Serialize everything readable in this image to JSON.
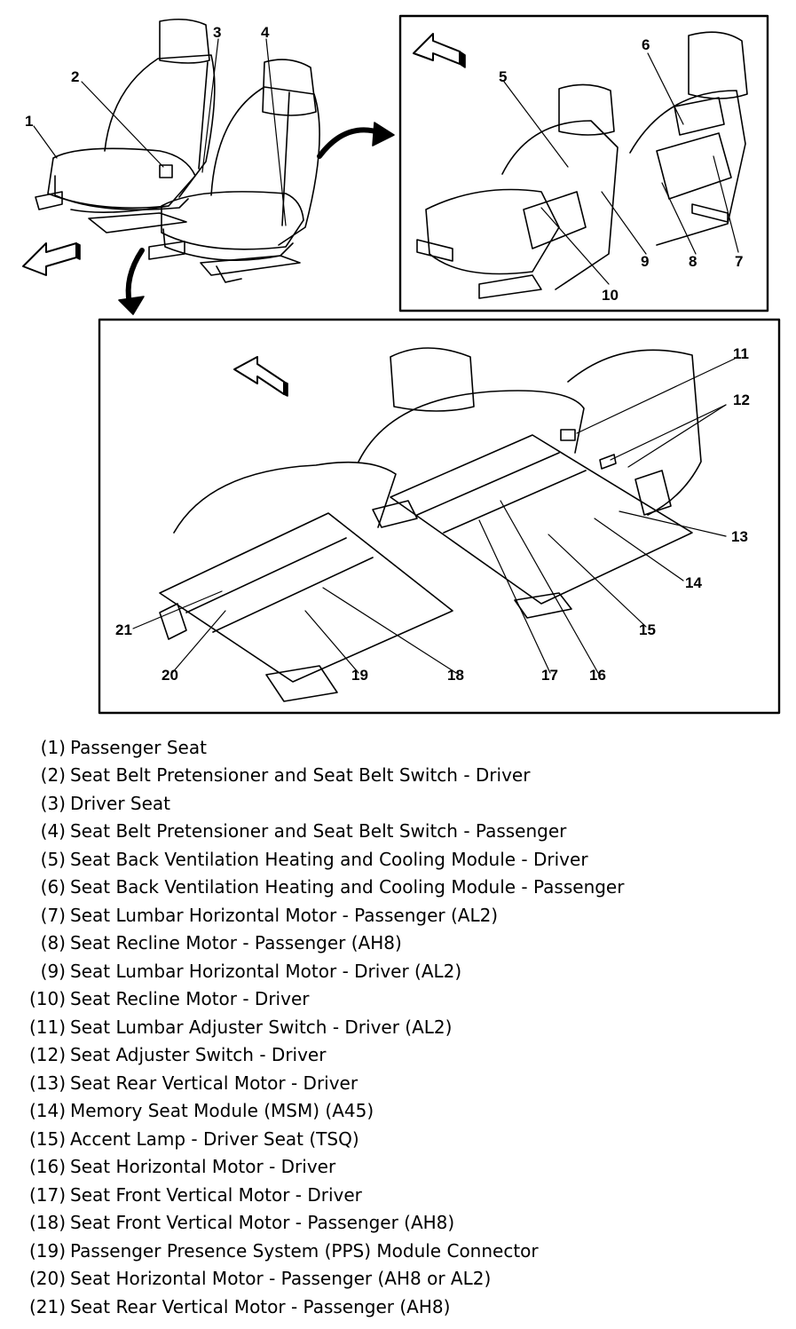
{
  "callouts": [
    "1",
    "2",
    "3",
    "4",
    "5",
    "6",
    "7",
    "8",
    "9",
    "10",
    "11",
    "12",
    "13",
    "14",
    "15",
    "16",
    "17",
    "18",
    "19",
    "20",
    "21"
  ],
  "legend": [
    {
      "num": "(1)",
      "label": "Passenger Seat"
    },
    {
      "num": "(2)",
      "label": "Seat Belt Pretensioner and Seat Belt Switch - Driver"
    },
    {
      "num": "(3)",
      "label": "Driver Seat"
    },
    {
      "num": "(4)",
      "label": "Seat Belt Pretensioner and Seat Belt Switch - Passenger"
    },
    {
      "num": "(5)",
      "label": "Seat Back Ventilation Heating and Cooling Module - Driver"
    },
    {
      "num": "(6)",
      "label": "Seat Back Ventilation Heating and Cooling Module - Passenger"
    },
    {
      "num": "(7)",
      "label": "Seat Lumbar Horizontal Motor - Passenger (AL2)"
    },
    {
      "num": "(8)",
      "label": "Seat Recline Motor - Passenger (AH8)"
    },
    {
      "num": "(9)",
      "label": "Seat Lumbar Horizontal Motor - Driver (AL2)"
    },
    {
      "num": "(10)",
      "label": "Seat Recline Motor - Driver"
    },
    {
      "num": "(11)",
      "label": "Seat Lumbar Adjuster Switch - Driver (AL2)"
    },
    {
      "num": "(12)",
      "label": "Seat Adjuster Switch - Driver"
    },
    {
      "num": "(13)",
      "label": "Seat Rear Vertical Motor - Driver"
    },
    {
      "num": "(14)",
      "label": "Memory Seat Module (MSM) (A45)"
    },
    {
      "num": "(15)",
      "label": "Accent Lamp - Driver Seat (TSQ)"
    },
    {
      "num": "(16)",
      "label": "Seat Horizontal Motor - Driver"
    },
    {
      "num": "(17)",
      "label": "Seat Front Vertical Motor - Driver"
    },
    {
      "num": "(18)",
      "label": "Seat Front Vertical Motor - Passenger (AH8)"
    },
    {
      "num": "(19)",
      "label": "Passenger Presence System (PPS) Module Connector"
    },
    {
      "num": "(20)",
      "label": "Seat Horizontal Motor - Passenger (AH8 or AL2)"
    },
    {
      "num": "(21)",
      "label": "Seat Rear Vertical Motor - Passenger (AH8)"
    }
  ]
}
